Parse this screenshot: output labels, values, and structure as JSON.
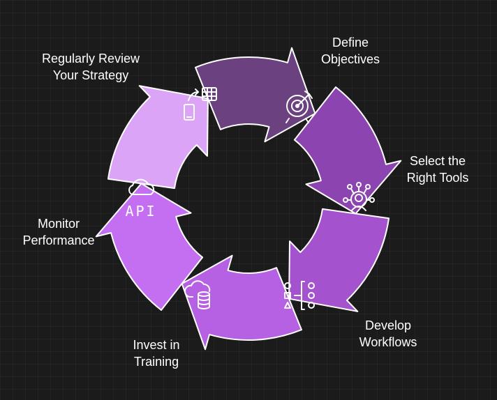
{
  "steps": [
    {
      "id": "define-objectives",
      "label": [
        "Define",
        "Objectives"
      ],
      "icon": "target-icon",
      "color": "#6b4180"
    },
    {
      "id": "select-tools",
      "label": [
        "Select the",
        "Right Tools"
      ],
      "icon": "network-person-icon",
      "color": "#8c44b0"
    },
    {
      "id": "develop-workflows",
      "label": [
        "Develop",
        "Workflows"
      ],
      "icon": "workflow-icon",
      "color": "#a552cf"
    },
    {
      "id": "invest-training",
      "label": [
        "Invest in",
        "Training"
      ],
      "icon": "cloud-database-icon",
      "color": "#b660e4"
    },
    {
      "id": "monitor-performance",
      "label": [
        "Monitor",
        "Performance"
      ],
      "icon": "cloud-api-icon",
      "color": "#c46ef2"
    },
    {
      "id": "review-strategy",
      "label": [
        "Regularly Review",
        "Your Strategy"
      ],
      "icon": "mobile-sync-table-icon",
      "color": "#dca4f7"
    }
  ],
  "icon_text": {
    "api": "API"
  },
  "colors": {
    "background": "#1b1b1b",
    "icon_stroke": "#ffffff",
    "segment_border": "#ffffff"
  }
}
